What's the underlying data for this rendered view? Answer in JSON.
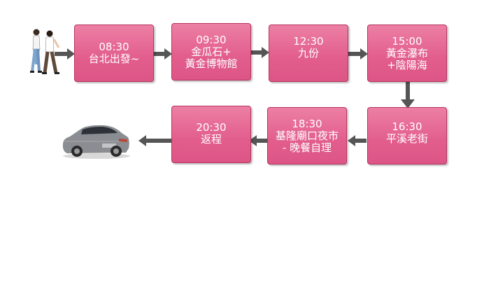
{
  "steps": [
    {
      "time": "08:30",
      "line1": "台北出發~",
      "line2": ""
    },
    {
      "time": "09:30",
      "line1": "金瓜石+",
      "line2": "黃金博物館"
    },
    {
      "time": "12:30",
      "line1": "九份",
      "line2": ""
    },
    {
      "time": "15:00",
      "line1": "黃金瀑布",
      "line2": "+陰陽海"
    },
    {
      "time": "16:30",
      "line1": "平溪老街",
      "line2": ""
    },
    {
      "time": "18:30",
      "line1": "基隆廟口夜市",
      "line2": "- 晚餐自理"
    },
    {
      "time": "20:30",
      "line1": "返程",
      "line2": ""
    }
  ],
  "colors": {
    "box": "#e25d8c",
    "arrow": "#555555"
  },
  "icons": {
    "start": "walking-people-icon",
    "end": "car-icon"
  }
}
